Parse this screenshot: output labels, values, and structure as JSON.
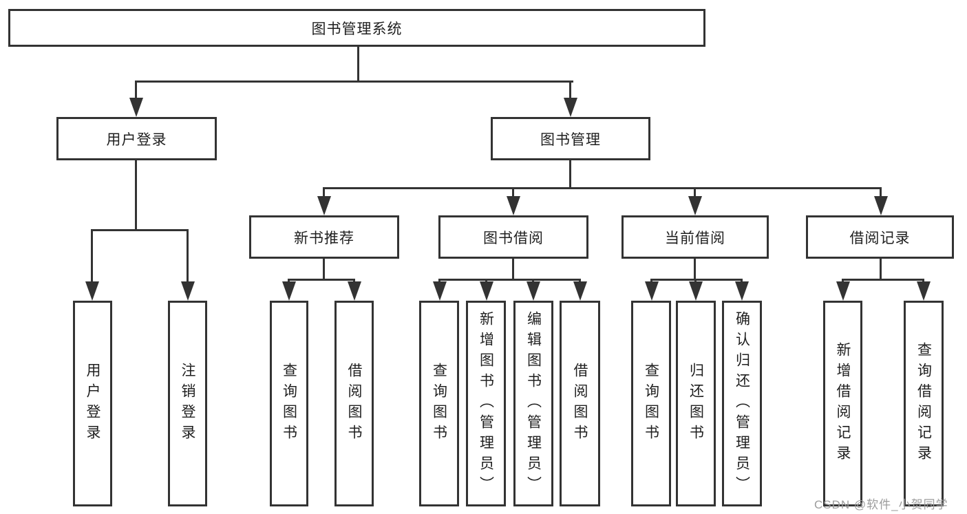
{
  "colors": {
    "line": "#333333",
    "text": "#1f1f1f",
    "box_background": "#ffffff",
    "watermark": "#9c9c9c"
  },
  "diagram": {
    "type": "hierarchy-tree",
    "root": {
      "label": "图书管理系统"
    },
    "branches": [
      {
        "label": "用户登录",
        "children": [
          {
            "label": "用户登录"
          },
          {
            "label": "注销登录"
          }
        ]
      },
      {
        "label": "图书管理",
        "children": [
          {
            "label": "新书推荐",
            "children": [
              {
                "label": "查询图书"
              },
              {
                "label": "借阅图书"
              }
            ]
          },
          {
            "label": "图书借阅",
            "children": [
              {
                "label": "查询图书"
              },
              {
                "label": "新增图书（管理员）"
              },
              {
                "label": "编辑图书（管理员）"
              },
              {
                "label": "借阅图书"
              }
            ]
          },
          {
            "label": "当前借阅",
            "children": [
              {
                "label": "查询图书"
              },
              {
                "label": "归还图书"
              },
              {
                "label": "确认归还（管理员）"
              }
            ]
          },
          {
            "label": "借阅记录",
            "children": [
              {
                "label": "新增借阅记录"
              },
              {
                "label": "查询借阅记录"
              }
            ]
          }
        ]
      }
    ]
  },
  "watermark": {
    "text": "CSDN @软件_小贺同学"
  }
}
